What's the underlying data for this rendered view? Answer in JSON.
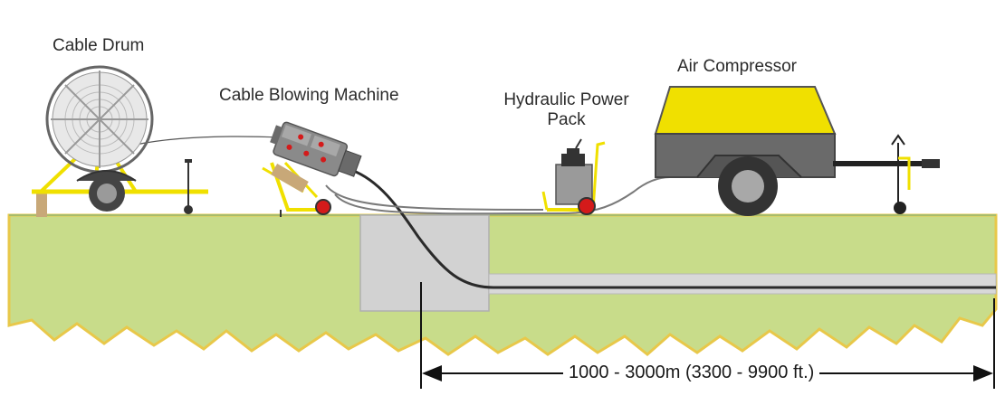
{
  "labels": {
    "cable_drum": "Cable Drum",
    "cable_blowing_machine": "Cable Blowing Machine",
    "hydraulic_power_pack_line1": "Hydraulic Power",
    "hydraulic_power_pack_line2": "Pack",
    "air_compressor": "Air Compressor"
  },
  "distance": {
    "text": "1000 - 3000m (3300 - 9900 ft.)"
  },
  "colors": {
    "ground": "#c8dc8a",
    "ground_edge": "#e8c84a",
    "pit": "#d2d2d2",
    "equipment_yellow": "#f0e000",
    "equipment_grey": "#7a7a7a",
    "wheel_red": "#d41a1a"
  }
}
